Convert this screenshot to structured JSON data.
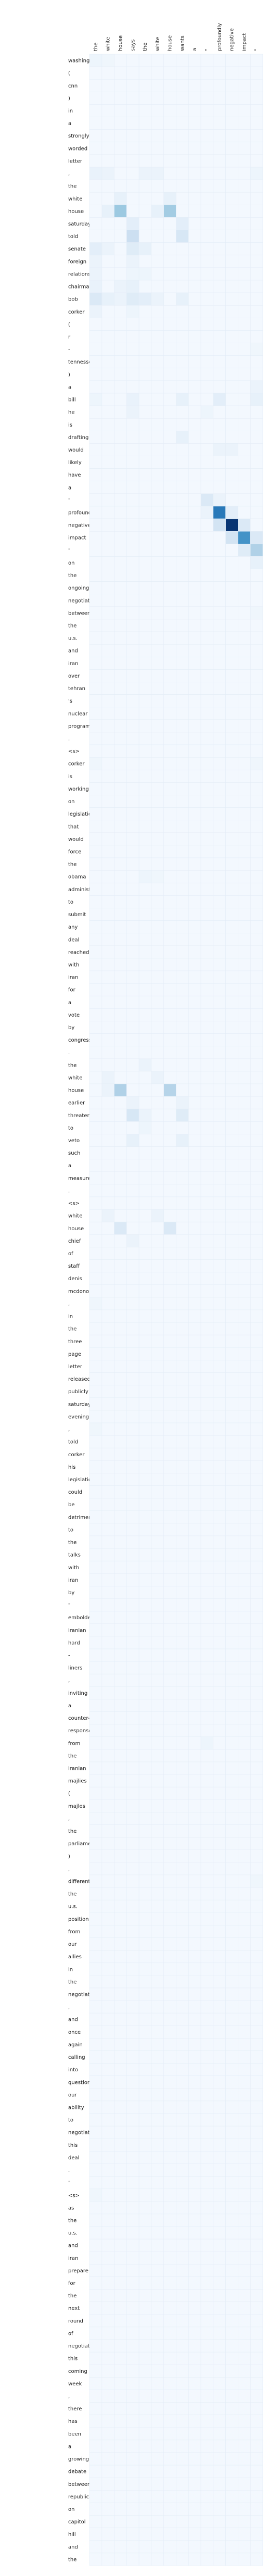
{
  "chart_data": {
    "type": "heatmap",
    "title": "",
    "xlabel": "",
    "ylabel": "",
    "grid": true,
    "colormap": "Blues",
    "colors": {
      "low": "#f7fbff",
      "high": "#08306b",
      "text": "#222222",
      "grid": "#e4edf7"
    },
    "x_tokens": [
      "the",
      "white",
      "house",
      "says",
      "the",
      "white",
      "house",
      "wants",
      "a",
      "\"",
      "profoundly",
      "negative",
      "impact",
      "\""
    ],
    "y_tokens": [
      "washington",
      "(",
      "cnn",
      ")",
      "in",
      "a",
      "strongly",
      "worded",
      "letter",
      ",",
      "the",
      "white",
      "house",
      "saturday",
      "told",
      "senate",
      "foreign",
      "relations",
      "chairman",
      "bob",
      "corker",
      "(",
      "r",
      "-",
      "tennessee",
      ")",
      "a",
      "bill",
      "he",
      "is",
      "drafting",
      "would",
      "likely",
      "have",
      "a",
      "\"",
      "profoundly",
      "negative",
      "impact",
      "\"",
      "on",
      "the",
      "ongoing",
      "negotiations",
      "between",
      "the",
      "u.s.",
      "and",
      "iran",
      "over",
      "tehran",
      "'s",
      "nuclear",
      "program",
      ".",
      "<s>",
      "corker",
      "is",
      "working",
      "on",
      "legislation",
      "that",
      "would",
      "force",
      "the",
      "obama",
      "administration",
      "to",
      "submit",
      "any",
      "deal",
      "reached",
      "with",
      "iran",
      "for",
      "a",
      "vote",
      "by",
      "congress",
      ".",
      "the",
      "white",
      "house",
      "earlier",
      "threatened",
      "to",
      "veto",
      "such",
      "a",
      "measure",
      ".",
      "<s>",
      "white",
      "house",
      "chief",
      "of",
      "staff",
      "denis",
      "mcdonough",
      ",",
      "in",
      "the",
      "three",
      "page",
      "letter",
      "released",
      "publicly",
      "saturday",
      "evening",
      ",",
      "told",
      "corker",
      "his",
      "legislation",
      "could",
      "be",
      "detrimental",
      "to",
      "the",
      "talks",
      "with",
      "iran",
      "by",
      "\"",
      "emboldening",
      "iranian",
      "hard",
      "-",
      "liners",
      ",",
      "inviting",
      "a",
      "counter-productive",
      "response",
      "from",
      "the",
      "iranian",
      "majlies",
      "(",
      "majles",
      ",",
      "the",
      "parliament",
      ")",
      ",",
      "differentiating",
      "the",
      "u.s.",
      "position",
      "from",
      "our",
      "allies",
      "in",
      "the",
      "negotiations",
      ",",
      "and",
      "once",
      "again",
      "calling",
      "into",
      "question",
      "our",
      "ability",
      "to",
      "negotiate",
      "this",
      "deal",
      ".",
      "\"",
      "<s>",
      "as",
      "the",
      "u.s.",
      "and",
      "iran",
      "prepare",
      "for",
      "the",
      "next",
      "round",
      "of",
      "negotiations",
      "this",
      "coming",
      "week",
      ",",
      "there",
      "has",
      "been",
      "a",
      "growing",
      "debate",
      "between",
      "republicans",
      "on",
      "capitol",
      "hill",
      "and",
      "the"
    ],
    "value_range": [
      0,
      1
    ],
    "background_level": 0.02,
    "cells": [
      {
        "row": 0,
        "col": 0,
        "value": 0.05
      },
      {
        "row": 0,
        "col": 1,
        "value": 0.04
      },
      {
        "row": 9,
        "col": 0,
        "value": 0.07
      },
      {
        "row": 9,
        "col": 1,
        "value": 0.06
      },
      {
        "row": 9,
        "col": 4,
        "value": 0.06
      },
      {
        "row": 9,
        "col": 5,
        "value": 0.06
      },
      {
        "row": 9,
        "col": 13,
        "value": 0.05
      },
      {
        "row": 11,
        "col": 2,
        "value": 0.08
      },
      {
        "row": 11,
        "col": 6,
        "value": 0.08
      },
      {
        "row": 12,
        "col": 2,
        "value": 0.38
      },
      {
        "row": 12,
        "col": 6,
        "value": 0.36
      },
      {
        "row": 12,
        "col": 1,
        "value": 0.08
      },
      {
        "row": 12,
        "col": 5,
        "value": 0.08
      },
      {
        "row": 13,
        "col": 3,
        "value": 0.1
      },
      {
        "row": 13,
        "col": 7,
        "value": 0.1
      },
      {
        "row": 14,
        "col": 3,
        "value": 0.22
      },
      {
        "row": 14,
        "col": 7,
        "value": 0.16
      },
      {
        "row": 15,
        "col": 0,
        "value": 0.1
      },
      {
        "row": 15,
        "col": 1,
        "value": 0.06
      },
      {
        "row": 15,
        "col": 3,
        "value": 0.12
      },
      {
        "row": 15,
        "col": 4,
        "value": 0.08
      },
      {
        "row": 16,
        "col": 0,
        "value": 0.06
      },
      {
        "row": 16,
        "col": 3,
        "value": 0.06
      },
      {
        "row": 17,
        "col": 0,
        "value": 0.06
      },
      {
        "row": 17,
        "col": 3,
        "value": 0.05
      },
      {
        "row": 17,
        "col": 4,
        "value": 0.05
      },
      {
        "row": 18,
        "col": 0,
        "value": 0.07
      },
      {
        "row": 18,
        "col": 2,
        "value": 0.06
      },
      {
        "row": 18,
        "col": 3,
        "value": 0.08
      },
      {
        "row": 19,
        "col": 0,
        "value": 0.14
      },
      {
        "row": 19,
        "col": 1,
        "value": 0.08
      },
      {
        "row": 19,
        "col": 2,
        "value": 0.06
      },
      {
        "row": 19,
        "col": 3,
        "value": 0.12
      },
      {
        "row": 19,
        "col": 4,
        "value": 0.1
      },
      {
        "row": 19,
        "col": 5,
        "value": 0.06
      },
      {
        "row": 19,
        "col": 7,
        "value": 0.08
      },
      {
        "row": 20,
        "col": 0,
        "value": 0.06
      },
      {
        "row": 20,
        "col": 3,
        "value": 0.05
      },
      {
        "row": 23,
        "col": 13,
        "value": 0.04
      },
      {
        "row": 26,
        "col": 13,
        "value": 0.06
      },
      {
        "row": 27,
        "col": 0,
        "value": 0.05
      },
      {
        "row": 27,
        "col": 3,
        "value": 0.07
      },
      {
        "row": 27,
        "col": 7,
        "value": 0.08
      },
      {
        "row": 27,
        "col": 10,
        "value": 0.1
      },
      {
        "row": 27,
        "col": 13,
        "value": 0.08
      },
      {
        "row": 28,
        "col": 3,
        "value": 0.06
      },
      {
        "row": 28,
        "col": 9,
        "value": 0.05
      },
      {
        "row": 30,
        "col": 7,
        "value": 0.08
      },
      {
        "row": 31,
        "col": 10,
        "value": 0.06
      },
      {
        "row": 31,
        "col": 11,
        "value": 0.06
      },
      {
        "row": 35,
        "col": 9,
        "value": 0.14
      },
      {
        "row": 35,
        "col": 10,
        "value": 0.06
      },
      {
        "row": 36,
        "col": 10,
        "value": 0.72
      },
      {
        "row": 36,
        "col": 11,
        "value": 0.1
      },
      {
        "row": 36,
        "col": 9,
        "value": 0.06
      },
      {
        "row": 37,
        "col": 10,
        "value": 0.18
      },
      {
        "row": 37,
        "col": 11,
        "value": 0.98
      },
      {
        "row": 37,
        "col": 12,
        "value": 0.14
      },
      {
        "row": 38,
        "col": 11,
        "value": 0.18
      },
      {
        "row": 38,
        "col": 12,
        "value": 0.62
      },
      {
        "row": 38,
        "col": 13,
        "value": 0.14
      },
      {
        "row": 39,
        "col": 12,
        "value": 0.12
      },
      {
        "row": 39,
        "col": 13,
        "value": 0.32
      },
      {
        "row": 40,
        "col": 13,
        "value": 0.08
      },
      {
        "row": 44,
        "col": 13,
        "value": 0.04
      },
      {
        "row": 56,
        "col": 0,
        "value": 0.04
      },
      {
        "row": 56,
        "col": 13,
        "value": 0.04
      },
      {
        "row": 65,
        "col": 4,
        "value": 0.05
      },
      {
        "row": 65,
        "col": 5,
        "value": 0.04
      },
      {
        "row": 80,
        "col": 4,
        "value": 0.06
      },
      {
        "row": 81,
        "col": 1,
        "value": 0.06
      },
      {
        "row": 81,
        "col": 5,
        "value": 0.06
      },
      {
        "row": 82,
        "col": 2,
        "value": 0.32
      },
      {
        "row": 82,
        "col": 6,
        "value": 0.3
      },
      {
        "row": 82,
        "col": 1,
        "value": 0.06
      },
      {
        "row": 83,
        "col": 3,
        "value": 0.06
      },
      {
        "row": 83,
        "col": 7,
        "value": 0.06
      },
      {
        "row": 84,
        "col": 3,
        "value": 0.16
      },
      {
        "row": 84,
        "col": 7,
        "value": 0.12
      },
      {
        "row": 84,
        "col": 4,
        "value": 0.06
      },
      {
        "row": 85,
        "col": 4,
        "value": 0.05
      },
      {
        "row": 86,
        "col": 3,
        "value": 0.08
      },
      {
        "row": 86,
        "col": 7,
        "value": 0.08
      },
      {
        "row": 92,
        "col": 1,
        "value": 0.06
      },
      {
        "row": 92,
        "col": 5,
        "value": 0.06
      },
      {
        "row": 93,
        "col": 2,
        "value": 0.14
      },
      {
        "row": 93,
        "col": 6,
        "value": 0.14
      },
      {
        "row": 94,
        "col": 3,
        "value": 0.06
      },
      {
        "row": 99,
        "col": 0,
        "value": 0.04
      },
      {
        "row": 109,
        "col": 0,
        "value": 0.04
      },
      {
        "row": 134,
        "col": 9,
        "value": 0.05
      },
      {
        "row": 145,
        "col": 13,
        "value": 0.04
      },
      {
        "row": 170,
        "col": 0,
        "value": 0.04
      }
    ]
  }
}
